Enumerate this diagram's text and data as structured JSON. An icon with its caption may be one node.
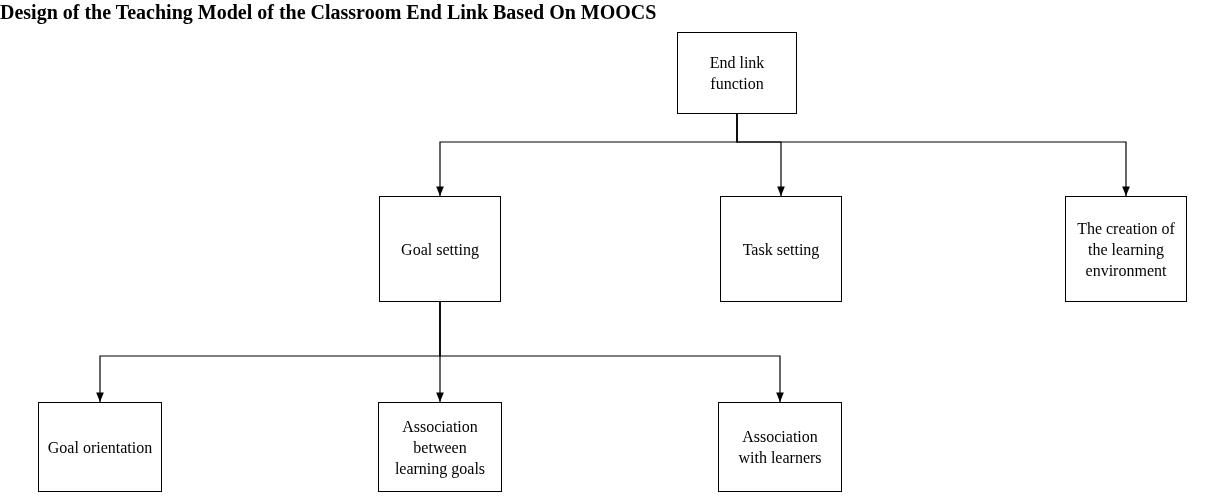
{
  "diagram": {
    "title": "Design of the Teaching Model of the Classroom End Link Based On MOOCS",
    "nodes": [
      {
        "text": [
          "End link function"
        ]
      },
      {
        "text": [
          "Goal setting"
        ]
      },
      {
        "text": [
          "Task setting"
        ]
      },
      {
        "text": [
          "The creation of the learning environment"
        ]
      },
      {
        "text": [
          "Goal orientation"
        ]
      },
      {
        "text": [
          "Association between learning goals"
        ]
      },
      {
        "text": [
          "Association with learners"
        ]
      }
    ],
    "edges": [
      {
        "from": 0,
        "to": 1,
        "arrow": "to"
      },
      {
        "from": 0,
        "to": 2,
        "arrow": "to"
      },
      {
        "from": 0,
        "to": 3,
        "arrow": "to"
      },
      {
        "from": 1,
        "to": 4,
        "arrow": "to"
      },
      {
        "from": 1,
        "to": 5,
        "arrow": "to"
      },
      {
        "from": 1,
        "to": 6,
        "arrow": "to"
      }
    ]
  }
}
